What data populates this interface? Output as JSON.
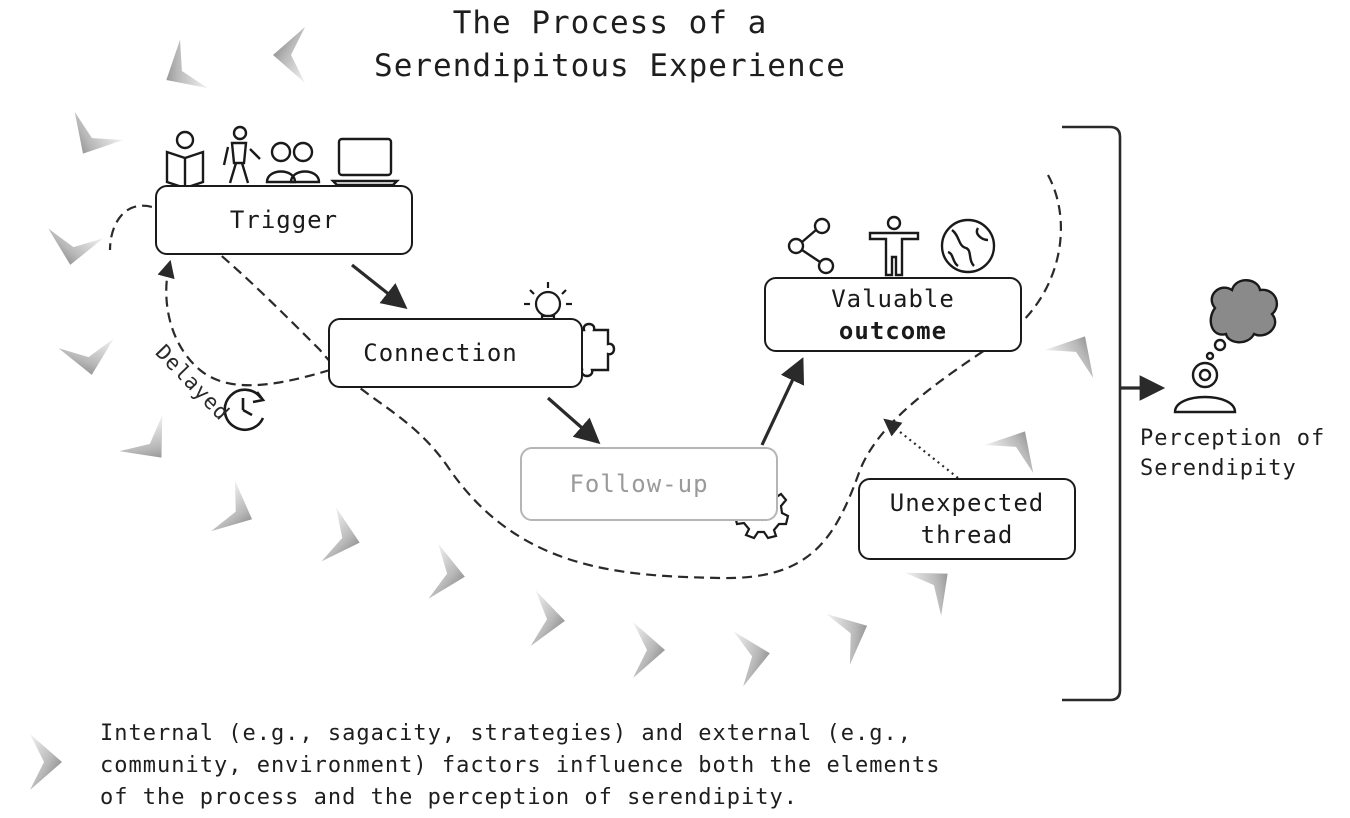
{
  "title": {
    "line1": "The Process of a",
    "line2": "Serendipitous Experience"
  },
  "nodes": {
    "trigger": "Trigger",
    "connection": "Connection",
    "follow_up": "Follow-up",
    "outcome_line1": "Valuable",
    "outcome_line2": "outcome",
    "unexpected_line1": "Unexpected",
    "unexpected_line2": "thread"
  },
  "delayed_label": "Delayed",
  "perception": {
    "line1": "Perception of",
    "line2": "Serendipity"
  },
  "legend": {
    "line1": "Internal (e.g., sagacity, strategies) and external (e.g.,",
    "line2": "community, environment) factors influence both the elements",
    "line3": "of the process and the perception of serendipity."
  },
  "icons": {
    "trigger": [
      "book-reader-icon",
      "hiker-icon",
      "people-icon",
      "laptop-icon"
    ],
    "connection": [
      "lightbulb-icon",
      "puzzle-piece-icon"
    ],
    "follow_up": [
      "gear-icon"
    ],
    "outcome": [
      "share-icon",
      "person-icon",
      "globe-icon"
    ],
    "delayed": [
      "clock-refresh-icon"
    ],
    "perception": [
      "thinking-person-icon"
    ],
    "factor": [
      "chevron-right-icon"
    ]
  }
}
